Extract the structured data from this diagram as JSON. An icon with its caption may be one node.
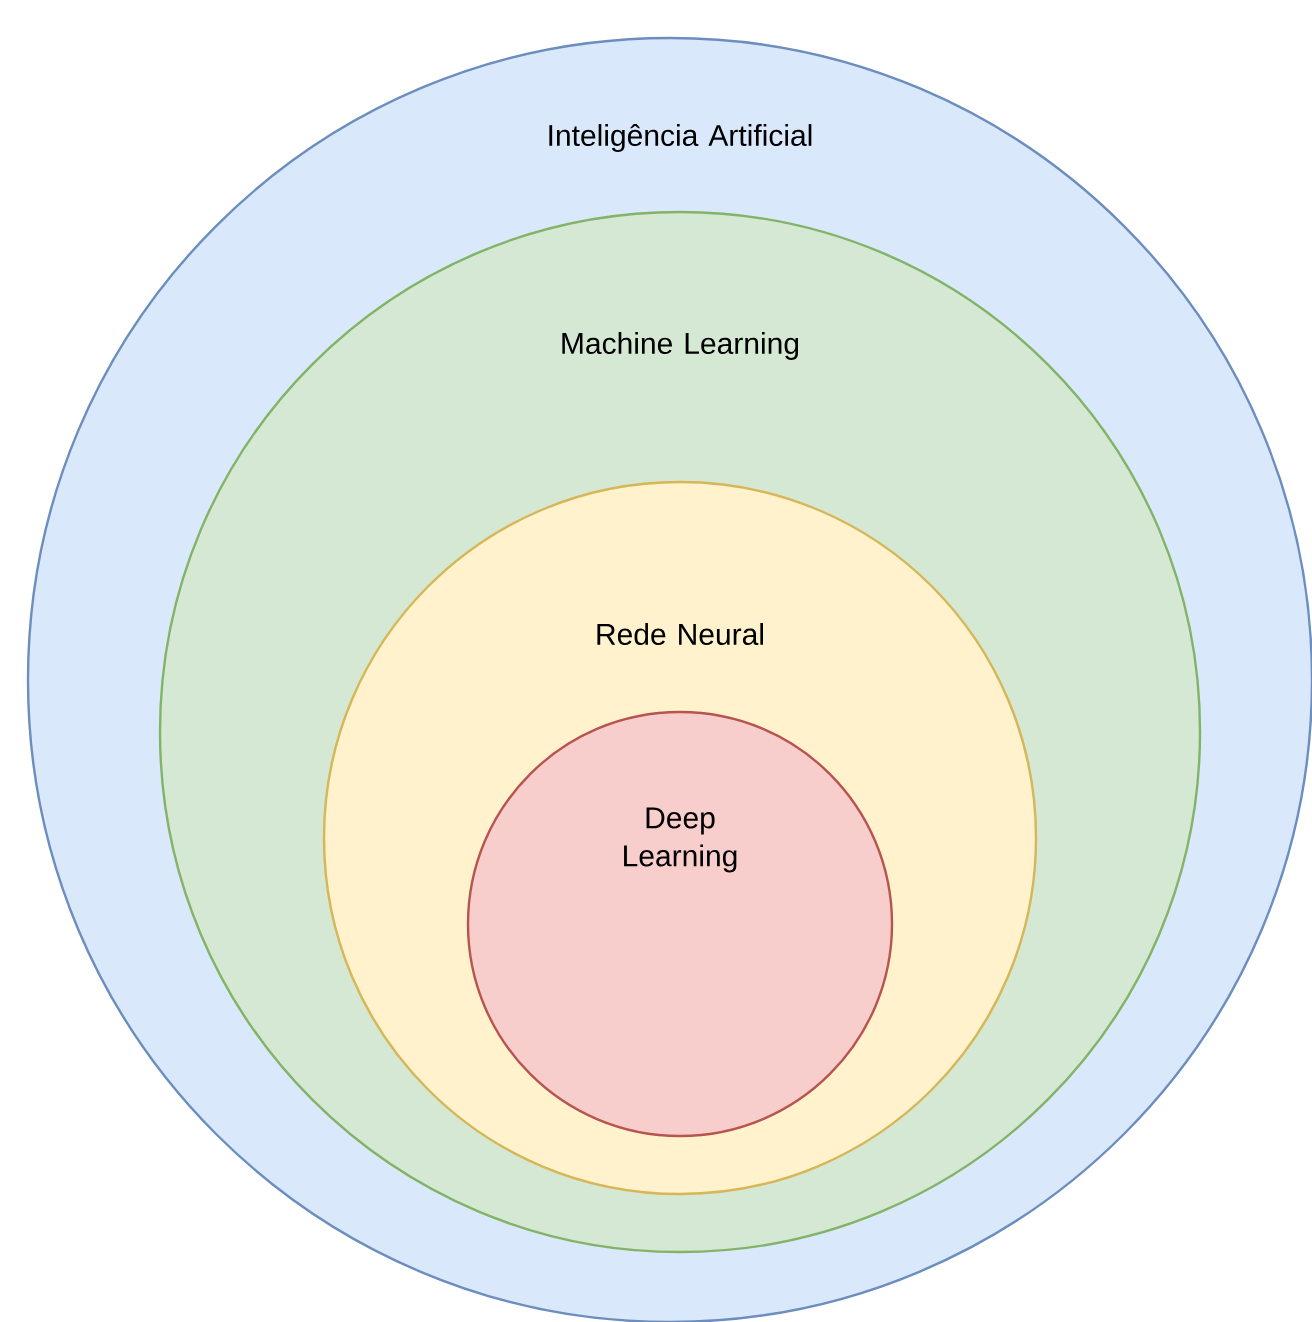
{
  "diagram": {
    "nodes": [
      {
        "text": [
          "Inteligência Artificial"
        ]
      },
      {
        "text": [
          "Machine Learning"
        ],
        "in": 0
      },
      {
        "text": [
          "Rede Neural"
        ],
        "in": 1
      },
      {
        "text": [
          "Deep Learning"
        ],
        "in": 2
      }
    ]
  }
}
